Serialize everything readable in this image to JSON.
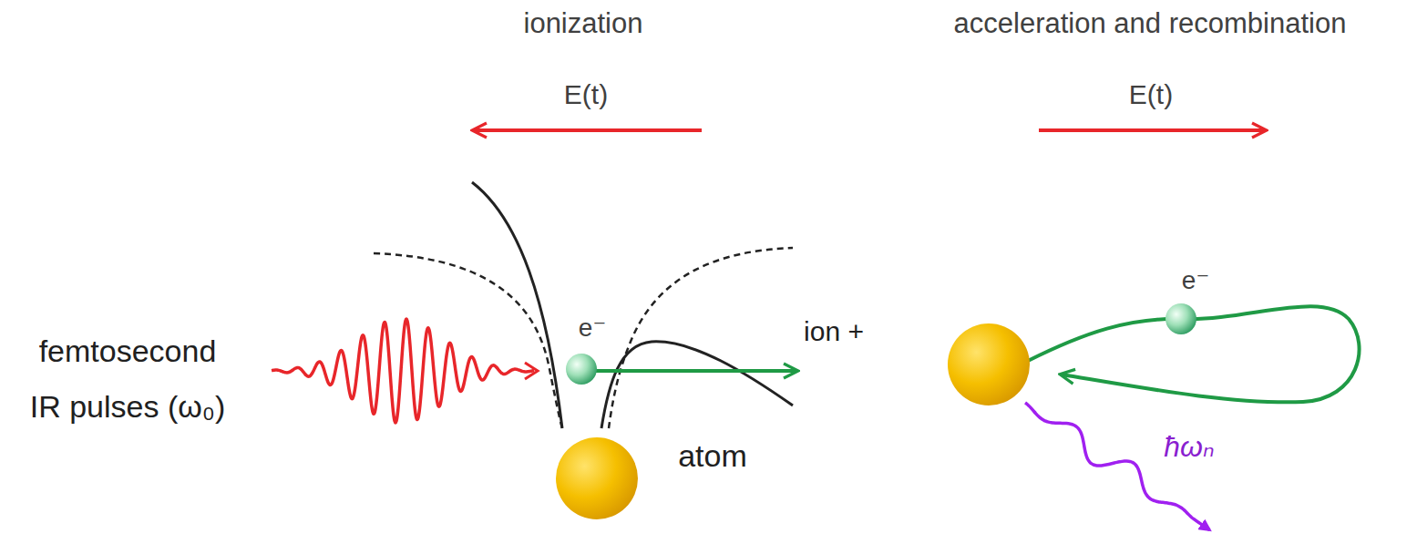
{
  "diagram": {
    "labels": [
      "ionization",
      "acceleration and recombination",
      "E(t)",
      "E(t)",
      "femtosecond IR pulses (ω₀)",
      "e⁻",
      "ion +",
      "atom",
      "e⁻",
      "ħωₙ"
    ]
  }
}
